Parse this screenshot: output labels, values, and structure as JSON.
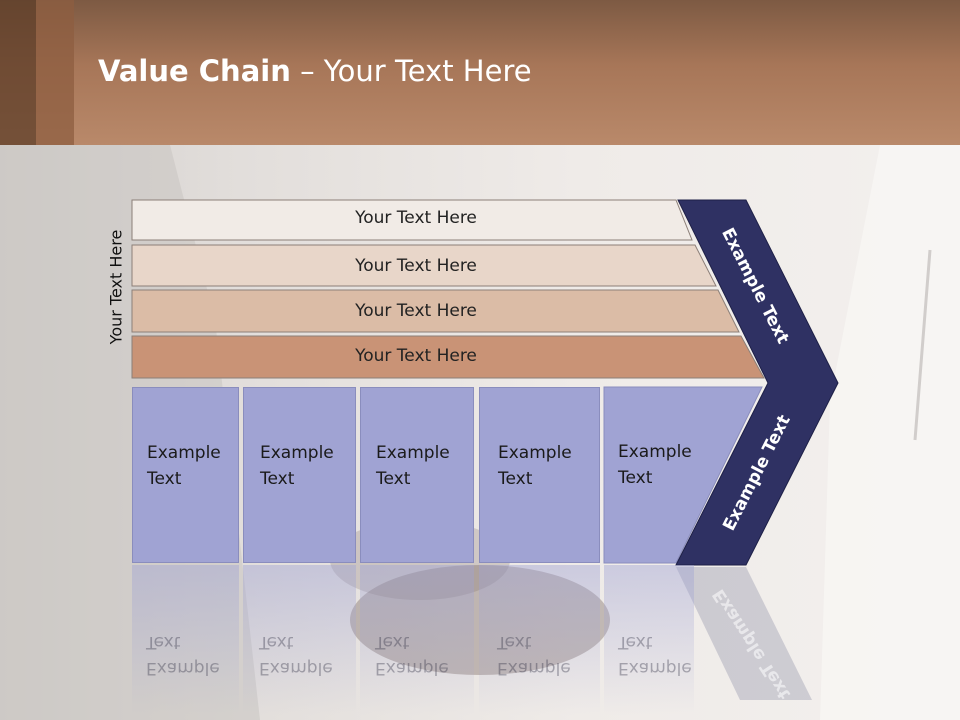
{
  "title": {
    "bold": "Value Chain",
    "rest": " – Your Text Here"
  },
  "side_label": "Your Text Here",
  "rows": [
    {
      "label": "Your Text Here",
      "color": "#f1ebe6"
    },
    {
      "label": "Your Text Here",
      "color": "#e8d6c9"
    },
    {
      "label": "Your Text Here",
      "color": "#dbbca6"
    },
    {
      "label": "Your Text Here",
      "color": "#c99376"
    }
  ],
  "boxes": [
    {
      "line1": "Example",
      "line2": "Text"
    },
    {
      "line1": "Example",
      "line2": "Text"
    },
    {
      "line1": "Example",
      "line2": "Text"
    },
    {
      "line1": "Example",
      "line2": "Text"
    },
    {
      "line1": "Example",
      "line2": "Text"
    }
  ],
  "arrow": {
    "upper_label": "Example Text",
    "lower_label": "Example Text",
    "color": "#2f3163"
  },
  "colors": {
    "header": "#a77658",
    "box": "#a0a3d3"
  }
}
